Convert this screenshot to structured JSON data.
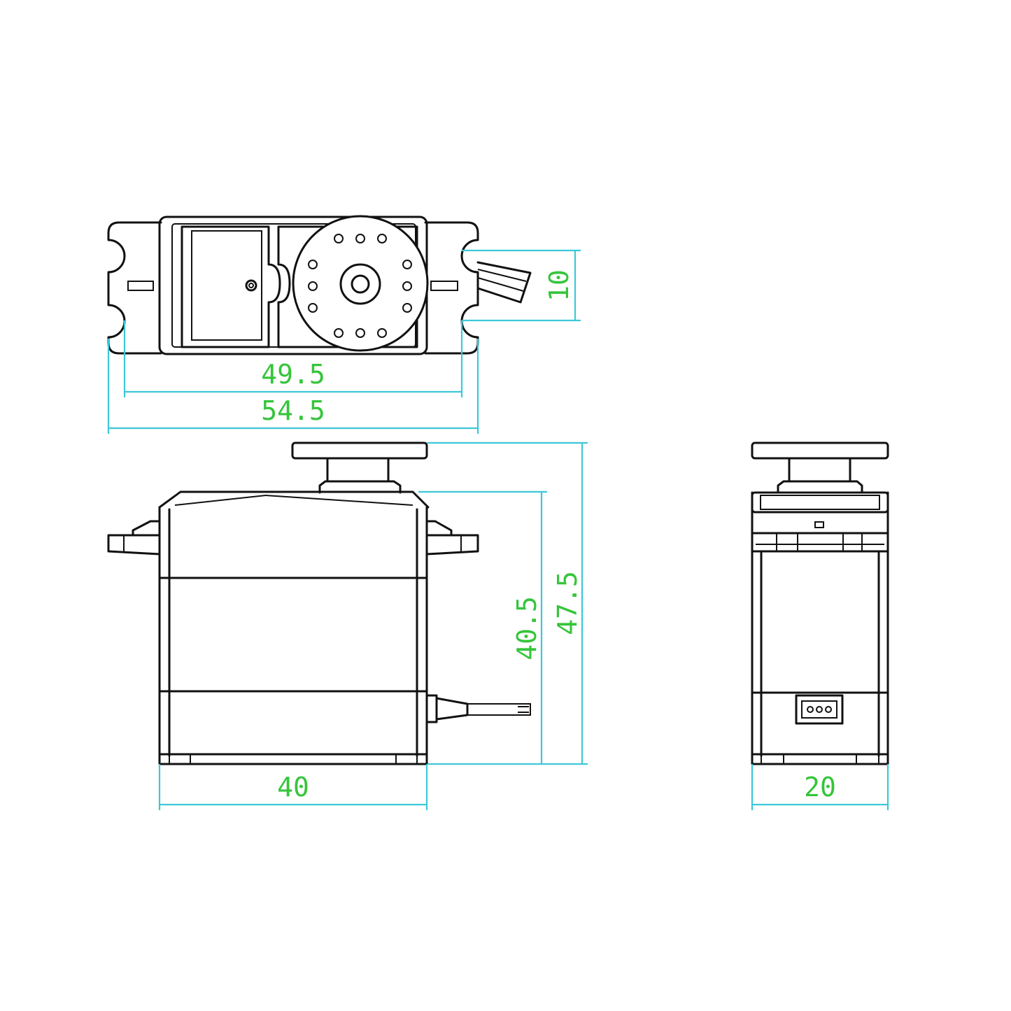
{
  "colors": {
    "outline": "#111111",
    "dimension_line": "#3cc8d8",
    "dimension_text": "#35c53b",
    "background": "#ffffff"
  },
  "dimensions": {
    "horn_hole_spacing": "10",
    "mount_hole_spacing": "49.5",
    "overall_length": "54.5",
    "body_length": "40",
    "body_height": "40.5",
    "overall_height": "47.5",
    "body_width": "20"
  }
}
